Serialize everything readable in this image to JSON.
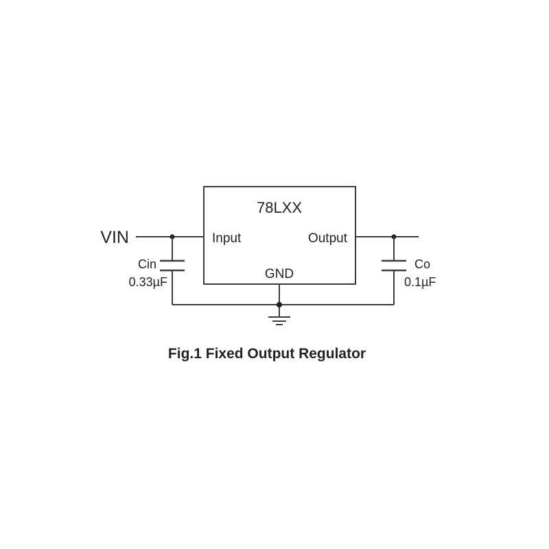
{
  "diagram": {
    "type": "circuit-schematic",
    "regulator": {
      "part": "78LXX",
      "pins": {
        "input": "Input",
        "output": "Output",
        "ground": "GND"
      }
    },
    "input_terminal": "VIN",
    "input_capacitor": {
      "name": "Cin",
      "value": "0.33µF"
    },
    "output_capacitor": {
      "name": "Co",
      "value": "0.1µF"
    },
    "caption": "Fig.1 Fixed Output Regulator",
    "colors": {
      "stroke": "#3a3a3a",
      "text": "#222222",
      "background": "#ffffff"
    }
  }
}
